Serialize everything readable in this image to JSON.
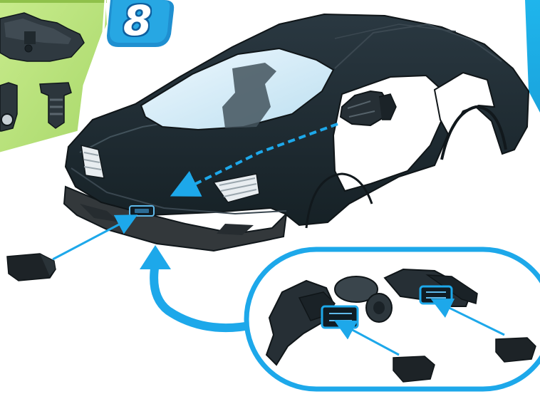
{
  "step": {
    "number": "8"
  },
  "colors": {
    "accent_blue": "#22a7e6",
    "panel_green": "#b8e07c",
    "panel_blue": "#26b6ea",
    "car_body": "#1e2a31",
    "windshield": "#d6edf8",
    "detail_outline": "#5fb9ea"
  },
  "icons": {
    "inset_frame": "rounded-callout-frame",
    "arrow_type": "solid-blue-pointer",
    "dashed_arrow_type": "dashed-blue-pointer"
  }
}
